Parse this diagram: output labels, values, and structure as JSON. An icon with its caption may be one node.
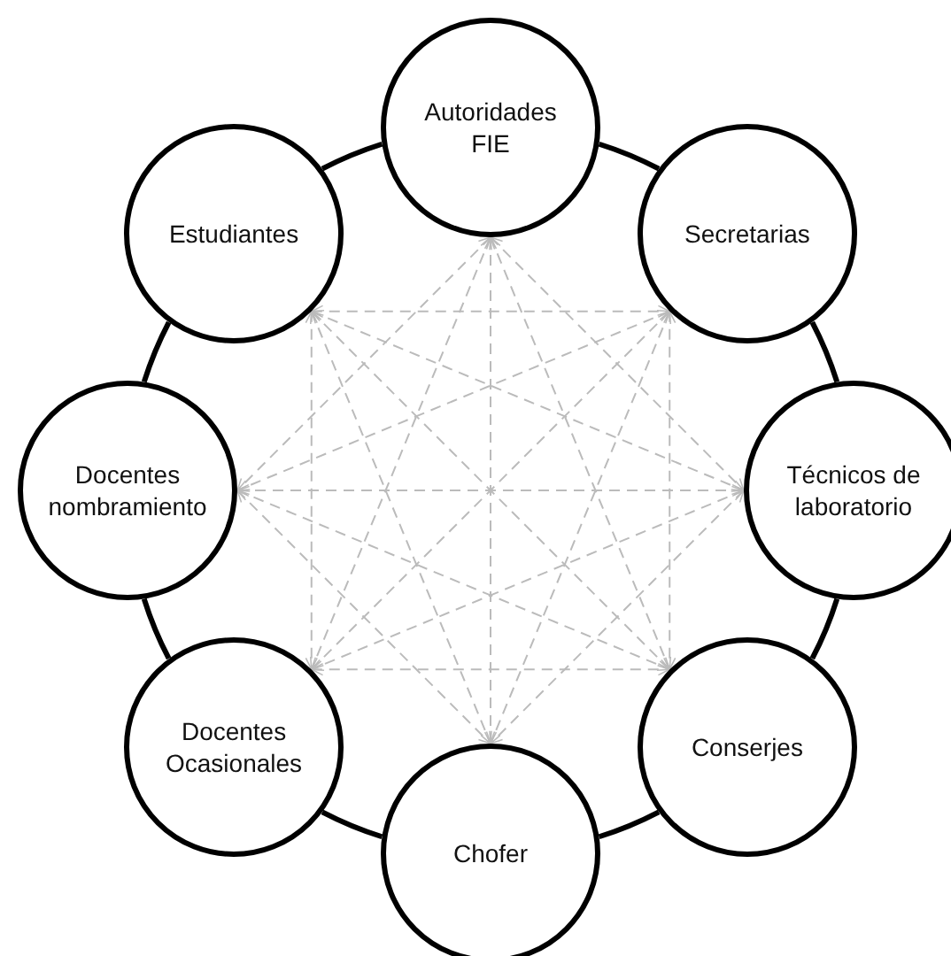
{
  "diagram": {
    "nodes": [
      {
        "text": [
          "Autoridades FIE"
        ]
      },
      {
        "text": [
          "Estudiantes"
        ]
      },
      {
        "text": [
          "Secretarias"
        ]
      },
      {
        "text": [
          "Docentes nombramiento"
        ]
      },
      {
        "text": [
          "Técnicos de laboratorio"
        ]
      },
      {
        "text": [
          "Docentes Ocasionales"
        ]
      },
      {
        "text": [
          "Conserjes"
        ]
      },
      {
        "text": [
          "Chofer"
        ]
      }
    ],
    "edges": [
      {
        "from": 0,
        "to": 2,
        "arrow": "none",
        "style": "thick",
        "color": "#000000"
      },
      {
        "from": 2,
        "to": 4,
        "arrow": "none",
        "style": "thick",
        "color": "#000000"
      },
      {
        "from": 4,
        "to": 6,
        "arrow": "none",
        "style": "thick",
        "color": "#000000"
      },
      {
        "from": 6,
        "to": 7,
        "arrow": "none",
        "style": "thick",
        "color": "#000000"
      },
      {
        "from": 7,
        "to": 5,
        "arrow": "none",
        "style": "thick",
        "color": "#000000"
      },
      {
        "from": 5,
        "to": 3,
        "arrow": "none",
        "style": "thick",
        "color": "#000000"
      },
      {
        "from": 3,
        "to": 1,
        "arrow": "none",
        "style": "thick",
        "color": "#000000"
      },
      {
        "from": 1,
        "to": 0,
        "arrow": "none",
        "style": "thick",
        "color": "#000000"
      },
      {
        "from": 0,
        "to": 3,
        "arrow": "both",
        "style": "dashed",
        "color": "#bbbbbb"
      },
      {
        "from": 0,
        "to": 4,
        "arrow": "both",
        "style": "dashed",
        "color": "#bbbbbb"
      },
      {
        "from": 0,
        "to": 5,
        "arrow": "both",
        "style": "dashed",
        "color": "#bbbbbb"
      },
      {
        "from": 0,
        "to": 6,
        "arrow": "both",
        "style": "dashed",
        "color": "#bbbbbb"
      },
      {
        "from": 0,
        "to": 7,
        "arrow": "both",
        "style": "dashed",
        "color": "#bbbbbb"
      },
      {
        "from": 1,
        "to": 2,
        "arrow": "both",
        "style": "dashed",
        "color": "#bbbbbb"
      },
      {
        "from": 1,
        "to": 4,
        "arrow": "both",
        "style": "dashed",
        "color": "#bbbbbb"
      },
      {
        "from": 1,
        "to": 5,
        "arrow": "both",
        "style": "dashed",
        "color": "#bbbbbb"
      },
      {
        "from": 1,
        "to": 6,
        "arrow": "both",
        "style": "dashed",
        "color": "#bbbbbb"
      },
      {
        "from": 1,
        "to": 7,
        "arrow": "both",
        "style": "dashed",
        "color": "#bbbbbb"
      },
      {
        "from": 2,
        "to": 3,
        "arrow": "both",
        "style": "dashed",
        "color": "#bbbbbb"
      },
      {
        "from": 2,
        "to": 5,
        "arrow": "both",
        "style": "dashed",
        "color": "#bbbbbb"
      },
      {
        "from": 2,
        "to": 6,
        "arrow": "both",
        "style": "dashed",
        "color": "#bbbbbb"
      },
      {
        "from": 2,
        "to": 7,
        "arrow": "both",
        "style": "dashed",
        "color": "#bbbbbb"
      },
      {
        "from": 3,
        "to": 4,
        "arrow": "both",
        "style": "dashed",
        "color": "#bbbbbb"
      },
      {
        "from": 3,
        "to": 6,
        "arrow": "both",
        "style": "dashed",
        "color": "#bbbbbb"
      },
      {
        "from": 3,
        "to": 7,
        "arrow": "both",
        "style": "dashed",
        "color": "#bbbbbb"
      },
      {
        "from": 4,
        "to": 5,
        "arrow": "both",
        "style": "dashed",
        "color": "#bbbbbb"
      },
      {
        "from": 4,
        "to": 7,
        "arrow": "both",
        "style": "dashed",
        "color": "#bbbbbb"
      },
      {
        "from": 5,
        "to": 6,
        "arrow": "both",
        "style": "dashed",
        "color": "#bbbbbb"
      }
    ]
  }
}
